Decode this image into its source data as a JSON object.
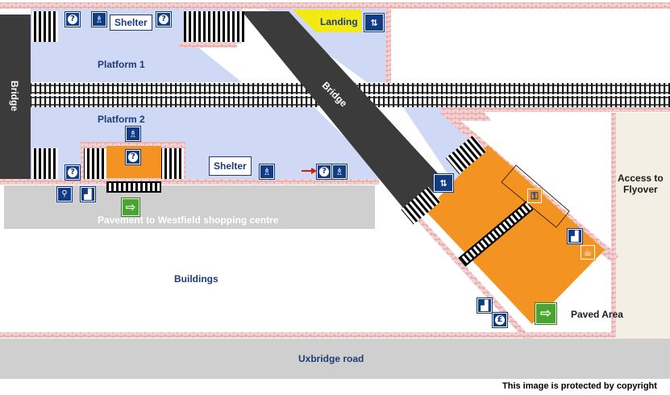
{
  "colors": {
    "platform": "#cfd8f5",
    "brick": "#e8b4b4",
    "bridge": "#3b3b3b",
    "concourse": "#f39422",
    "pavement": "#cfcfcf",
    "landing": "#f2ea12",
    "track": "#1a1a1a",
    "icon_blue": "#113b86",
    "icon_green": "#4aa52e",
    "arrow": "#cc2200"
  },
  "labels": {
    "platform1": "Platform 1",
    "platform2": "Platform 2",
    "shelter_top": "Shelter",
    "shelter_bottom": "Shelter",
    "landing": "Landing",
    "bridge_left": "Bridge",
    "bridge_diagonal": "Bridge",
    "pavement": "Pavement to Westfield shopping centre",
    "buildings": "Buildings",
    "access": "Access to\nFlyover",
    "paved_area": "Paved Area",
    "road": "Uxbridge road",
    "copyright": "This image is protected by copyright"
  },
  "icons": {
    "help_point": "help-point-icon",
    "seat": "seat-icon",
    "lift": "lift-icon",
    "cycle": "cycle-rack-icon",
    "ticket_machine": "ticket-machine-icon",
    "exit": "exit-icon",
    "ticket_office": "ticket-office-icon",
    "cafe": "cafe-icon",
    "cash_machine": "cash-machine-icon"
  }
}
